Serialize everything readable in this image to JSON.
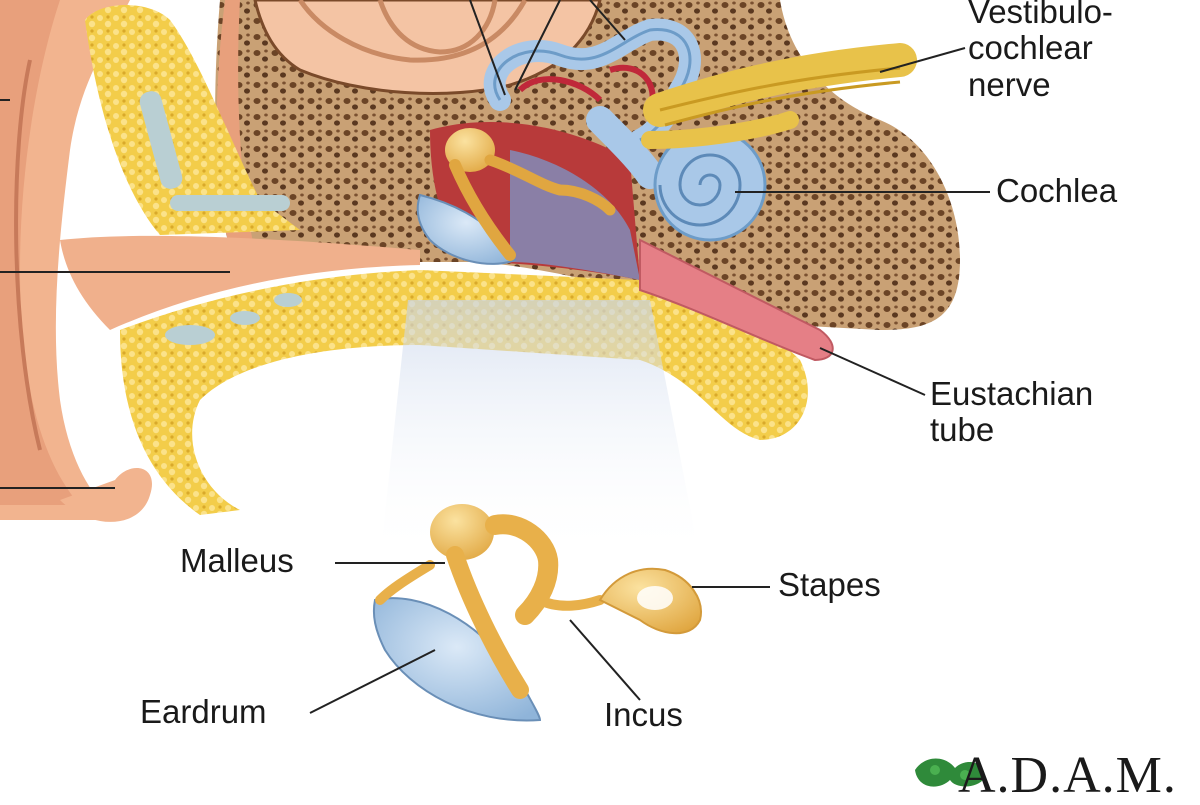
{
  "labels": {
    "vestibulocochlear_line1": "Vestibulo-",
    "vestibulocochlear_line2": "cochlear",
    "vestibulocochlear_line3": "nerve",
    "cochlea": "Cochlea",
    "eustachian_line1": "Eustachian",
    "eustachian_line2": "tube",
    "malleus": "Malleus",
    "stapes": "Stapes",
    "eardrum": "Eardrum",
    "incus": "Incus"
  },
  "logo": {
    "text": "A.D.A.M."
  },
  "colors": {
    "skin": "#f2b48f",
    "skin_dark": "#e08b6e",
    "bone": "#c9a175",
    "bone_pores": "#6b4426",
    "fat": "#f3cd4a",
    "bone_ossicle": "#f0c35e",
    "cochlea": "#a9c8e8",
    "nerve": "#e8c24a",
    "red": "#c0283a",
    "purple": "#8a7fa6",
    "beam": "#d8e2f2",
    "logo_leaf": "#2f8a3a"
  }
}
